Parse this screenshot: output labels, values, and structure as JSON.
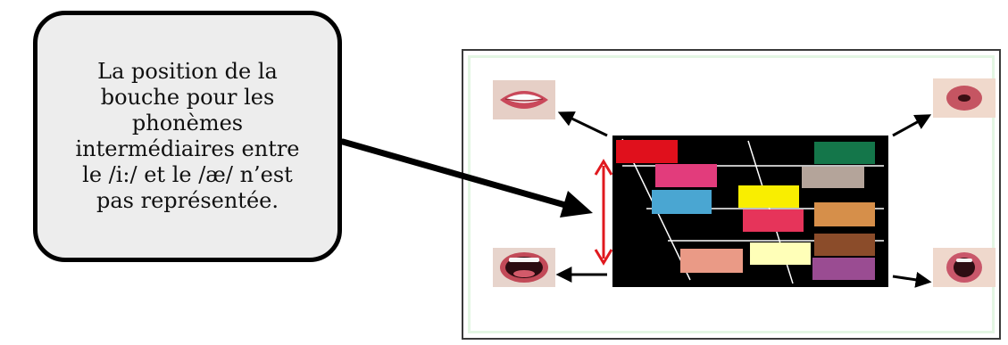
{
  "callout": {
    "text": "La position de la\nbouche pour les\nphonèmes\nintermédiaires entre\nle /i:/ et le /æ/ n’est\npas représentée."
  },
  "colors": {
    "arrow_red": "#e0191f",
    "chart_background": "#000000",
    "callout_fill": "#ededed",
    "frame_inner_border": "#e3f6e3"
  },
  "mouth_images": [
    {
      "name": "mouth-smile-teeth-image",
      "description": "spread lips"
    },
    {
      "name": "mouth-rounded-lips-image",
      "description": "rounded lips"
    },
    {
      "name": "mouth-open-wide-image",
      "description": "open mouth"
    },
    {
      "name": "mouth-open-rounded-image",
      "description": "open rounded mouth"
    }
  ],
  "vowel_blocks": [
    {
      "color": "#e0101c"
    },
    {
      "color": "#e23c7c"
    },
    {
      "color": "#4aa6d2"
    },
    {
      "color": "#f9ee00"
    },
    {
      "color": "#e6345a"
    },
    {
      "color": "#ea9a86"
    },
    {
      "color": "#ffffb8"
    },
    {
      "color": "#14764a"
    },
    {
      "color": "#b4a49a"
    },
    {
      "color": "#d68f4a"
    },
    {
      "color": "#8b4c2a"
    },
    {
      "color": "#9a4c92"
    }
  ]
}
